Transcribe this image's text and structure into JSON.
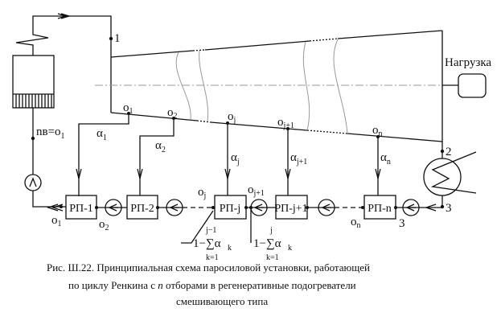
{
  "labels": {
    "point1": "1",
    "point2": "2",
    "point3": "3",
    "point3b": "3",
    "load": "Нагрузка",
    "feedwater": "nв=o",
    "feedwater_sub": "1",
    "o": "o",
    "alpha": "α",
    "subs": {
      "s1": "1",
      "s2": "2",
      "sj": "j",
      "sj1": "j+1",
      "sn": "n"
    },
    "sum_left": "1−∑α",
    "sum_left_top": "j−1",
    "sum_left_bottom": "k=1",
    "sum_left_sub": "k",
    "sum_right": "1−∑α",
    "sum_right_top": "j",
    "sum_right_bottom": "k=1",
    "sum_right_sub": "k"
  },
  "heaters": [
    "РП-1",
    "РП-2",
    "РП-j",
    "РП-j+1",
    "РП-n"
  ],
  "caption": {
    "line1": "Рис. Ш.22.  Принципиальная схема паросиловой установки, работающей",
    "line2a": "по циклу Ренкина с ",
    "line2n": "n",
    "line2b": "  отборами в регенеративные подогреватели",
    "line3": "смешивающего типа"
  }
}
